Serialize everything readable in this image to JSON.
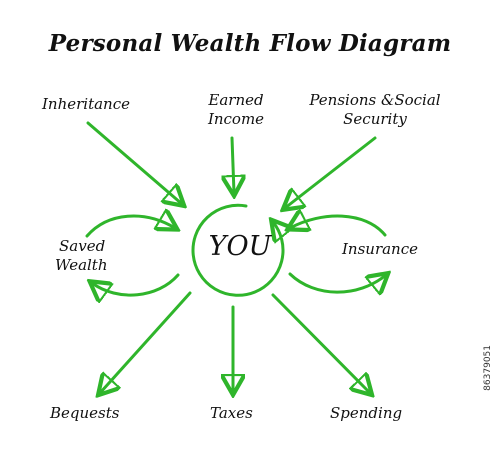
{
  "title": "Personal Wealth Flow Diagram",
  "center": "YOU",
  "inputs": {
    "inheritance": "Inheritance",
    "earned_income": [
      "Earned",
      "Income"
    ],
    "pensions": [
      "Pensions &Social",
      "Security"
    ]
  },
  "loops": {
    "saved_wealth": [
      "Saved",
      "Wealth"
    ],
    "insurance": "Insurance"
  },
  "outputs": {
    "bequests": "Bequests",
    "taxes": "Taxes",
    "spending": "Spending"
  },
  "watermark": "86379051",
  "colors": {
    "arrow": "#2fb52b",
    "text": "#111111",
    "background": "#ffffff"
  }
}
